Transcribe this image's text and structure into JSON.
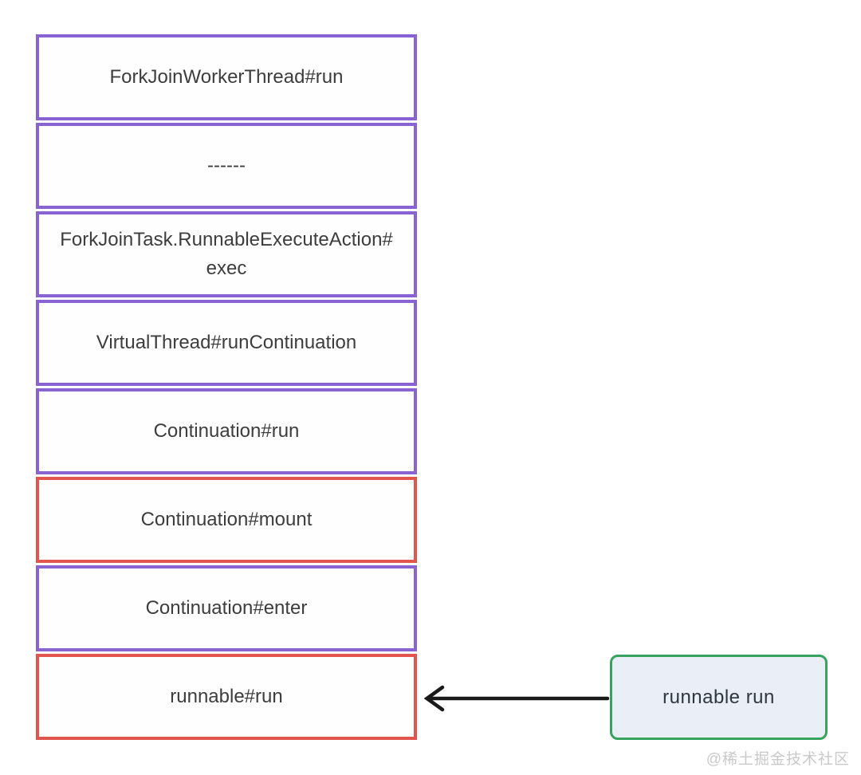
{
  "stack": {
    "boxes": [
      {
        "label": "ForkJoinWorkerThread#run",
        "border_color": "#8a63d2"
      },
      {
        "label": "------",
        "border_color": "#8a63d2"
      },
      {
        "label": "ForkJoinTask.RunnableExecuteAction#exec",
        "border_color": "#8a63d2"
      },
      {
        "label": "VirtualThread#runContinuation",
        "border_color": "#8a63d2"
      },
      {
        "label": "Continuation#run",
        "border_color": "#8a63d2"
      },
      {
        "label": "Continuation#mount",
        "border_color": "#e2554c"
      },
      {
        "label": "Continuation#enter",
        "border_color": "#8a63d2"
      },
      {
        "label": "runnable#run",
        "border_color": "#e2554c"
      }
    ]
  },
  "callout": {
    "label": "runnable run",
    "border_color": "#36a45e",
    "background": "#eaeff7"
  },
  "arrow": {
    "color": "#1a1a1a",
    "direction": "left"
  },
  "watermark": "@稀土掘金技术社区",
  "colors": {
    "purple_border": "#8a63d2",
    "red_border": "#e2554c",
    "green_border": "#36a45e",
    "callout_background": "#eaeff7",
    "text": "#3d3d3d",
    "watermark_text": "#c9c9c9"
  }
}
